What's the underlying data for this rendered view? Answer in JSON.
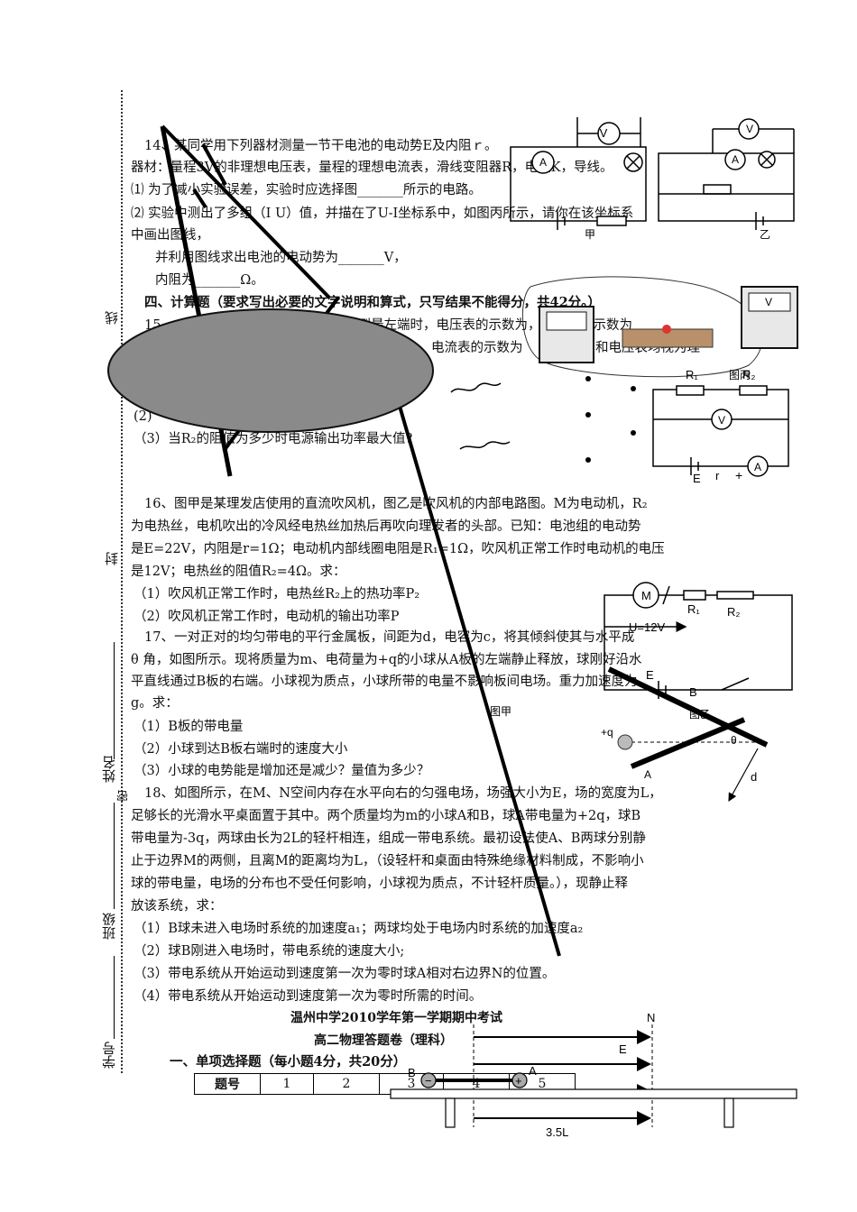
{
  "binding_margin": {
    "line": "线",
    "seal": "封",
    "secret": "密",
    "name": "姓名",
    "class": "班级",
    "student_id": "学号"
  },
  "q14": {
    "line1": "14、某同学用下列器材测量一节干电池的电动势E及内阻ｒ。",
    "line2": "器材：量程3V的非理想电压表，量程的理想电流表，滑线变阻器R，电键K，导线。",
    "line3": "⑴ 为了减小实验误差，实验时应选择图_______所示的电路。",
    "line4": "⑵ 实验中测出了多组（I U）值，并描在了U-I坐标系中，如图丙所示，请你在该坐标系",
    "line5": "中画出图线，",
    "line6": "并利用图线求出电池的电动势为_______V，",
    "line7": "内阻为_______Ω。"
  },
  "section4": {
    "title": "四、计算题（要求写出必要的文字说明和算式，只写结果不能得分，共42分。）"
  },
  "q15": {
    "line1": "15、",
    "line1b": "滑到最左端时，电压表的示数为，电流表的示数为",
    "line2b": "电流表的示数为",
    "line2c": "和电压表均视为理",
    "line_cut": "(2)",
    "line3": "（3）当R₂的阻值为多少时电源输出功率最大值?"
  },
  "q16": {
    "line1": "16、图甲是某理发店使用的直流吹风机，图乙是吹风机的内部电路图。M为电动机，R₂",
    "line2": "为电热丝，电机吹出的冷风经电热丝加热后再吹向理发者的头部。已知：电池组的电动势",
    "line3": "是E=22V，内阻是r=1Ω；电动机内部线圈电阻是R₁=1Ω，吹风机正常工作时电动机的电压",
    "line4": "是12V；电热丝的阻值R₂=4Ω。求：",
    "sub1": "（1）吹风机正常工作时，电热丝R₂上的热功率P₂",
    "sub2": "（2）吹风机正常工作时，电动机的输出功率P"
  },
  "q17": {
    "line1": "17、一对正对的均匀带电的平行金属板，间距为d，电容为c，将其倾斜使其与水平成",
    "line2": "θ 角，如图所示。现将质量为m、电荷量为+q的小球从A板的左端静止释放，球刚好沿水",
    "line3": "平直线通过B板的右端。小球视为质点，小球所带的电量不影响板间电场。重力加速度为",
    "line4": "g。求：",
    "sub1": "（1）B板的带电量",
    "sub2": "（2）小球到达B板右端时的速度大小",
    "sub3": "（3）小球的电势能是增加还是减少？量值为多少？"
  },
  "q18": {
    "line1": "18、如图所示，在M、N空间内存在水平向右的匀强电场，场强大小为E，场的宽度为L，",
    "line2": "足够长的光滑水平桌面置于其中。两个质量均为m的小球A和B，球A带电量为+2q，球B",
    "line3": "带电量为-3q，两球由长为2L的轻杆相连，组成一带电系统。最初设法使A、B两球分别静",
    "line4": "止于边界M的两侧，且离M的距离均为L，（设轻杆和桌面由特殊绝缘材料制成，不影响小",
    "line5": "球的带电量，电场的分布也不受任何影响，小球视为质点，不计轻杆质量。），现静止释",
    "line6": "放该系统，求：",
    "sub1": "（1）B球未进入电场时系统的加速度a₁；两球均处于电场内时系统的加速度a₂",
    "sub2": "（2）球B刚进入电场时，带电系统的速度大小;",
    "sub3": "（3）带电系统从开始运动到速度第一次为零时球A相对右边界N的位置。",
    "sub4": "（4）带电系统从开始运动到速度第一次为零时所需的时间。"
  },
  "answer_sheet": {
    "title1": "温州中学2010学年第一学期期中考试",
    "title2": "高二物理答题卷（理科）",
    "section1": "一、单项选择题（每小题4分，共20分）",
    "header": [
      "题号",
      "1",
      "2",
      "3",
      "4",
      "5"
    ]
  },
  "figures": {
    "circuit_jia": "甲",
    "circuit_yi": "乙",
    "fig_bing": "图丙",
    "fig_jia": "图甲",
    "fig_yi": "图乙",
    "volt": "V",
    "amp": "A",
    "R1": "R₁",
    "R2": "R₂",
    "E": "E",
    "r": "r",
    "plus": "+",
    "M": "M",
    "U12": "U=12V",
    "B_label": "B",
    "A_label": "A",
    "plus_q": "+q",
    "theta": "θ",
    "d": "d",
    "N": "N",
    "field_E": "E",
    "len": "3.5L",
    "ballB": "B",
    "ballA": "A",
    "minus": "−",
    "plus_sign": "+"
  }
}
